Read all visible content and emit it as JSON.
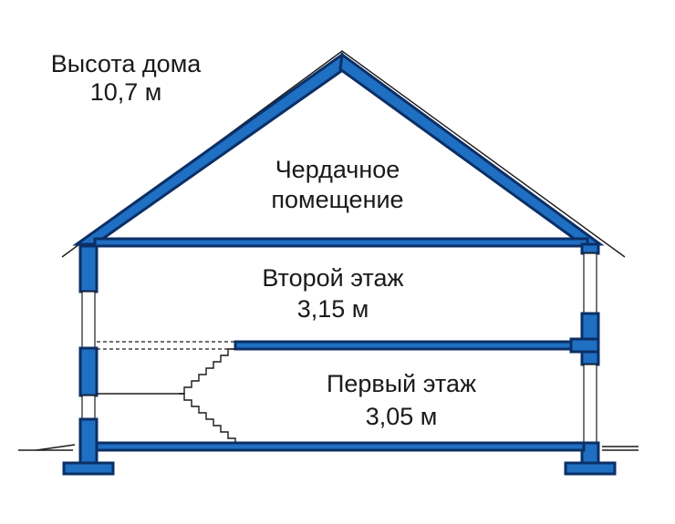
{
  "house_height": {
    "title": "Высота дома",
    "value": "10,7 м"
  },
  "attic": {
    "line1": "Чердачное",
    "line2": "помещение"
  },
  "second_floor": {
    "name": "Второй этаж",
    "height": "3,15 м"
  },
  "first_floor": {
    "name": "Первый этаж",
    "height": "3,05 м"
  },
  "colors": {
    "structure_fill": "#1f6fc2",
    "structure_outline": "#0b2f66",
    "lines": "#1a1a1a"
  }
}
